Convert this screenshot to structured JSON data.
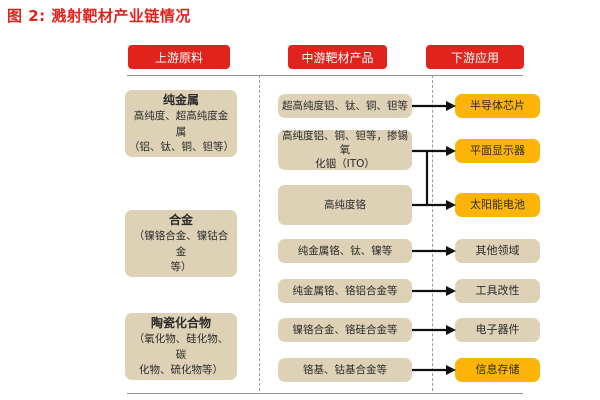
{
  "title": "图 2: 溅射靶材产业链情况",
  "colors": {
    "red": "#e0231c",
    "beige": "#ddd2b6",
    "yellow": "#fcb408",
    "arrow": "#111111"
  },
  "headers": {
    "upstream": "上游原料",
    "midstream": "中游靶材产品",
    "downstream": "下游应用"
  },
  "upstream": {
    "boxes": [
      {
        "name": "纯金属",
        "detail": "高纯度、超高纯度金属\n（铝、钛、铜、钽等）"
      },
      {
        "name": "合金",
        "detail": "（镍铬合金、镍钴合金\n等）"
      },
      {
        "name": "陶瓷化合物",
        "detail": "（氧化物、硅化物、碳\n化物、硫化物等）"
      }
    ]
  },
  "midstream": {
    "boxes": [
      {
        "text": "超高纯度铝、钛、铜、钽等"
      },
      {
        "text": "高纯度铝、铜、钽等，掺锡氧\n化铟（ITO）"
      },
      {
        "text": "高纯度铬"
      },
      {
        "text": "纯金属铬、钛、镍等"
      },
      {
        "text": "纯金属铬、铬铝合金等"
      },
      {
        "text": "镍铬合金、铬硅合金等"
      },
      {
        "text": "铬基、钴基合金等"
      }
    ]
  },
  "downstream": {
    "boxes": [
      {
        "text": "半导体芯片",
        "highlight": true
      },
      {
        "text": "平面显示器",
        "highlight": true
      },
      {
        "text": "太阳能电池",
        "highlight": true
      },
      {
        "text": "其他领域",
        "highlight": false
      },
      {
        "text": "工具改性",
        "highlight": false
      },
      {
        "text": "电子器件",
        "highlight": false
      },
      {
        "text": "信息存储",
        "highlight": true
      }
    ]
  }
}
